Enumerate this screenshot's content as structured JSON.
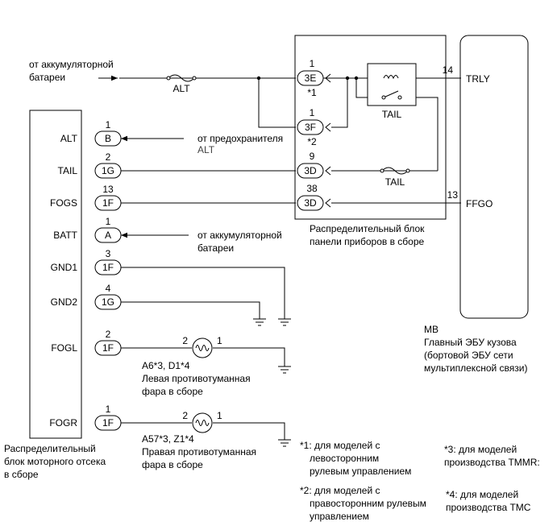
{
  "labels": {
    "from_battery_top": [
      "от аккумуляторной",
      "батареи"
    ],
    "fuse_alt": "ALT",
    "from_fuse_alt": [
      "от предохранителя",
      "ALT"
    ],
    "from_battery_mid": [
      "от аккумуляторной",
      "батареи"
    ],
    "tail_relay": "TAIL",
    "tail_fuse": "TAIL",
    "instrument_block": [
      "Распределительный блок",
      "панели приборов в сборе"
    ],
    "engine_block": [
      "Распределительный",
      "блок моторного отсека",
      "в сборе"
    ],
    "body_ecu": [
      "MB",
      "Главный ЭБУ кузова",
      "(бортовой ЭБУ сети",
      "мультиплексной связи)"
    ],
    "fog_left": [
      "A6*3, D1*4",
      "Левая противотуманная",
      "фара в сборе"
    ],
    "fog_right": [
      "A57*3, Z1*4",
      "Правая противотуманная",
      "фара в сборе"
    ]
  },
  "engine_block_terminals": [
    {
      "name": "ALT",
      "pin": "1",
      "conn": "B"
    },
    {
      "name": "TAIL",
      "pin": "2",
      "conn": "1G"
    },
    {
      "name": "FOGS",
      "pin": "13",
      "conn": "1F"
    },
    {
      "name": "BATT",
      "pin": "1",
      "conn": "A"
    },
    {
      "name": "GND1",
      "pin": "3",
      "conn": "1F"
    },
    {
      "name": "GND2",
      "pin": "4",
      "conn": "1G"
    },
    {
      "name": "FOGL",
      "pin": "2",
      "conn": "1F"
    },
    {
      "name": "FOGR",
      "pin": "1",
      "conn": "1F"
    }
  ],
  "instrument_block_connectors": [
    {
      "pin": "1",
      "conn": "3E",
      "note": "*1"
    },
    {
      "pin": "1",
      "conn": "3F",
      "note": "*2"
    },
    {
      "pin": "9",
      "conn": "3D",
      "note": ""
    },
    {
      "pin": "38",
      "conn": "3D",
      "note": ""
    }
  ],
  "ecu_terminals": [
    {
      "pin": "14",
      "name": "TRLY"
    },
    {
      "pin": "13",
      "name": "FFGO"
    }
  ],
  "lamp_pins": {
    "left": {
      "pin_a": "2",
      "pin_b": "1"
    },
    "right": {
      "pin_a": "2",
      "pin_b": "1"
    }
  },
  "notes": {
    "n1": [
      "*1: для моделей с",
      "левосторонним",
      "рулевым управлением"
    ],
    "n2": [
      "*2: для моделей с",
      "правосторонним рулевым",
      "управлением"
    ],
    "n3": [
      "*3: для моделей",
      "производства TMMR:"
    ],
    "n4": [
      "*4: для моделей",
      "производства TMC"
    ]
  }
}
